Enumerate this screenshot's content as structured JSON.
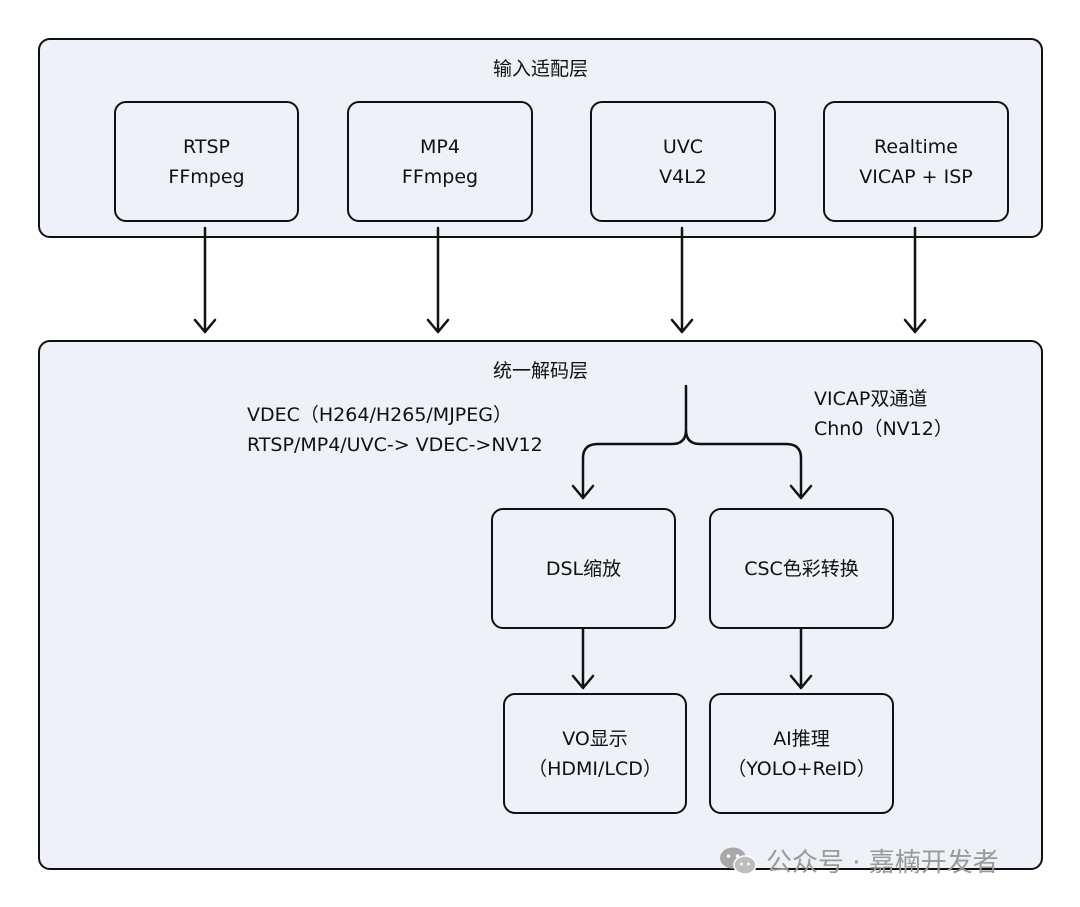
{
  "input_layer": {
    "title": "输入适配层",
    "boxes": [
      {
        "line1": "RTSP",
        "line2": "FFmpeg"
      },
      {
        "line1": "MP4",
        "line2": "FFmpeg"
      },
      {
        "line1": "UVC",
        "line2": "V4L2"
      },
      {
        "line1": "Realtime",
        "line2": "VICAP + ISP"
      }
    ]
  },
  "decode_layer": {
    "title": "统一解码层",
    "vdec_note": {
      "line1": "VDEC（H264/H265/MJPEG）",
      "line2": "RTSP/MP4/UVC-> VDEC->NV12"
    },
    "vicap_note": {
      "line1": "VICAP双通道",
      "line2": "Chn0（NV12）"
    },
    "dsl_box": "DSL缩放",
    "csc_box": "CSC色彩转换",
    "vo_box": {
      "line1": "VO显示",
      "line2": "（HDMI/LCD）"
    },
    "ai_box": {
      "line1": "AI推理",
      "line2": "（YOLO+ReID）"
    }
  },
  "watermark": {
    "text": "公众号 · 嘉楠开发者",
    "icon": "wechat-icon"
  },
  "colors": {
    "box_fill": "#eef1f8",
    "stroke": "#111111",
    "watermark": "#9a9a9a"
  }
}
